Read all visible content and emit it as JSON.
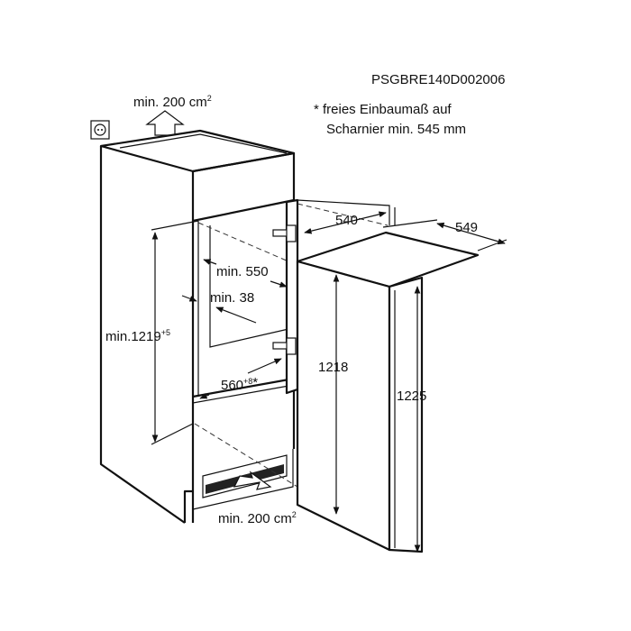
{
  "model_code": "PSGBRE140D002006",
  "note_line1": "* freies Einbaumaß auf",
  "note_line2": "Scharnier min. 545 mm",
  "vent_top": {
    "label": "min. 200 cm",
    "sup": "2"
  },
  "vent_bottom": {
    "label": "min. 200 cm",
    "sup": "2"
  },
  "dims": {
    "niche_height": {
      "label": "min.1219",
      "sup": "+5"
    },
    "niche_depth": "min. 550",
    "wall_gap": "min. 38",
    "niche_width": {
      "label": "560",
      "sup": "+8",
      "mark": "*"
    },
    "door_width": "540",
    "appliance_depth": "549",
    "appliance_height_body": "1218",
    "appliance_height_total": "1225"
  }
}
